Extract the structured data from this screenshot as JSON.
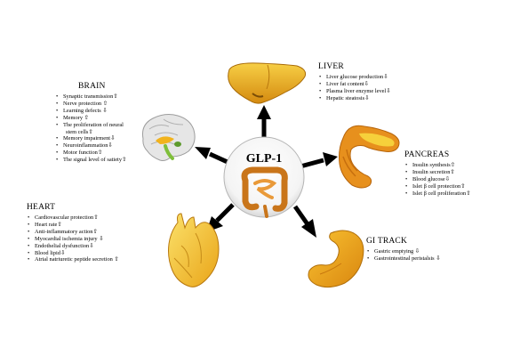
{
  "center": {
    "label": "GLP-1"
  },
  "liver": {
    "title": "LIVER",
    "items": [
      "Liver glucose production⇩",
      "Liver fat content⇩",
      "Plasma liver enzyme level⇩",
      "Hepatic steatosis⇩"
    ]
  },
  "brain": {
    "title": "BRAIN",
    "items": [
      "Synaptic transmission⇧",
      "Nerve protection ⇧",
      "Learning defects ⇩",
      "Memory ⇧",
      "The proliferation of neural",
      "stem cells⇧",
      "Memory impairment⇩",
      "Neuroinflammation⇩",
      "Motor function⇧",
      "The signal level of satiety⇧"
    ]
  },
  "pancreas": {
    "title": "PANCREAS",
    "items": [
      "Insulin synthesis⇧",
      "Insulin secretion⇧",
      "Blood glucose⇩",
      "Islet β cell protection⇧",
      "Islet β cell proliferation⇧"
    ]
  },
  "heart": {
    "title": "HEART",
    "items": [
      "Cardiovascular protection⇧",
      "Heart rate⇧",
      "Anti-inflammatory action⇧",
      "Myocardial ischemia injury ⇩",
      "Endothelial dysfunction⇩",
      "Blood lipid⇩",
      "Atrial natriuretic peptide secretion ⇧"
    ]
  },
  "gi": {
    "title": "GI TRACK",
    "items": [
      "Gastric emptying ⇩",
      "Gastrointestinal peristalsis ⇩"
    ]
  },
  "colors": {
    "organ_yellow": "#f2b31c",
    "organ_orange": "#e88a1a",
    "arrow": "#000000",
    "circle_border": "#aaaaaa"
  }
}
